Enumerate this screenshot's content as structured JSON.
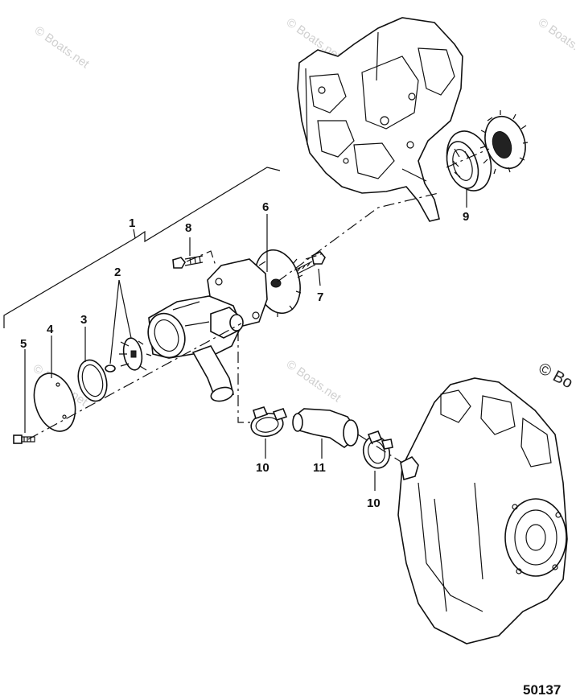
{
  "callouts": {
    "c1": "1",
    "c2": "2",
    "c3": "3",
    "c4": "4",
    "c5": "5",
    "c6": "6",
    "c7": "7",
    "c8": "8",
    "c9": "9",
    "c10a": "10",
    "c10b": "10",
    "c11": "11"
  },
  "document_number": "50137",
  "watermarks": {
    "w1": "© Boats.net",
    "w2": "© Boats.net",
    "w3": "© Boats.net",
    "w4": "© Boats.net",
    "w5": "© Boats.net",
    "w6": "© Bo"
  }
}
